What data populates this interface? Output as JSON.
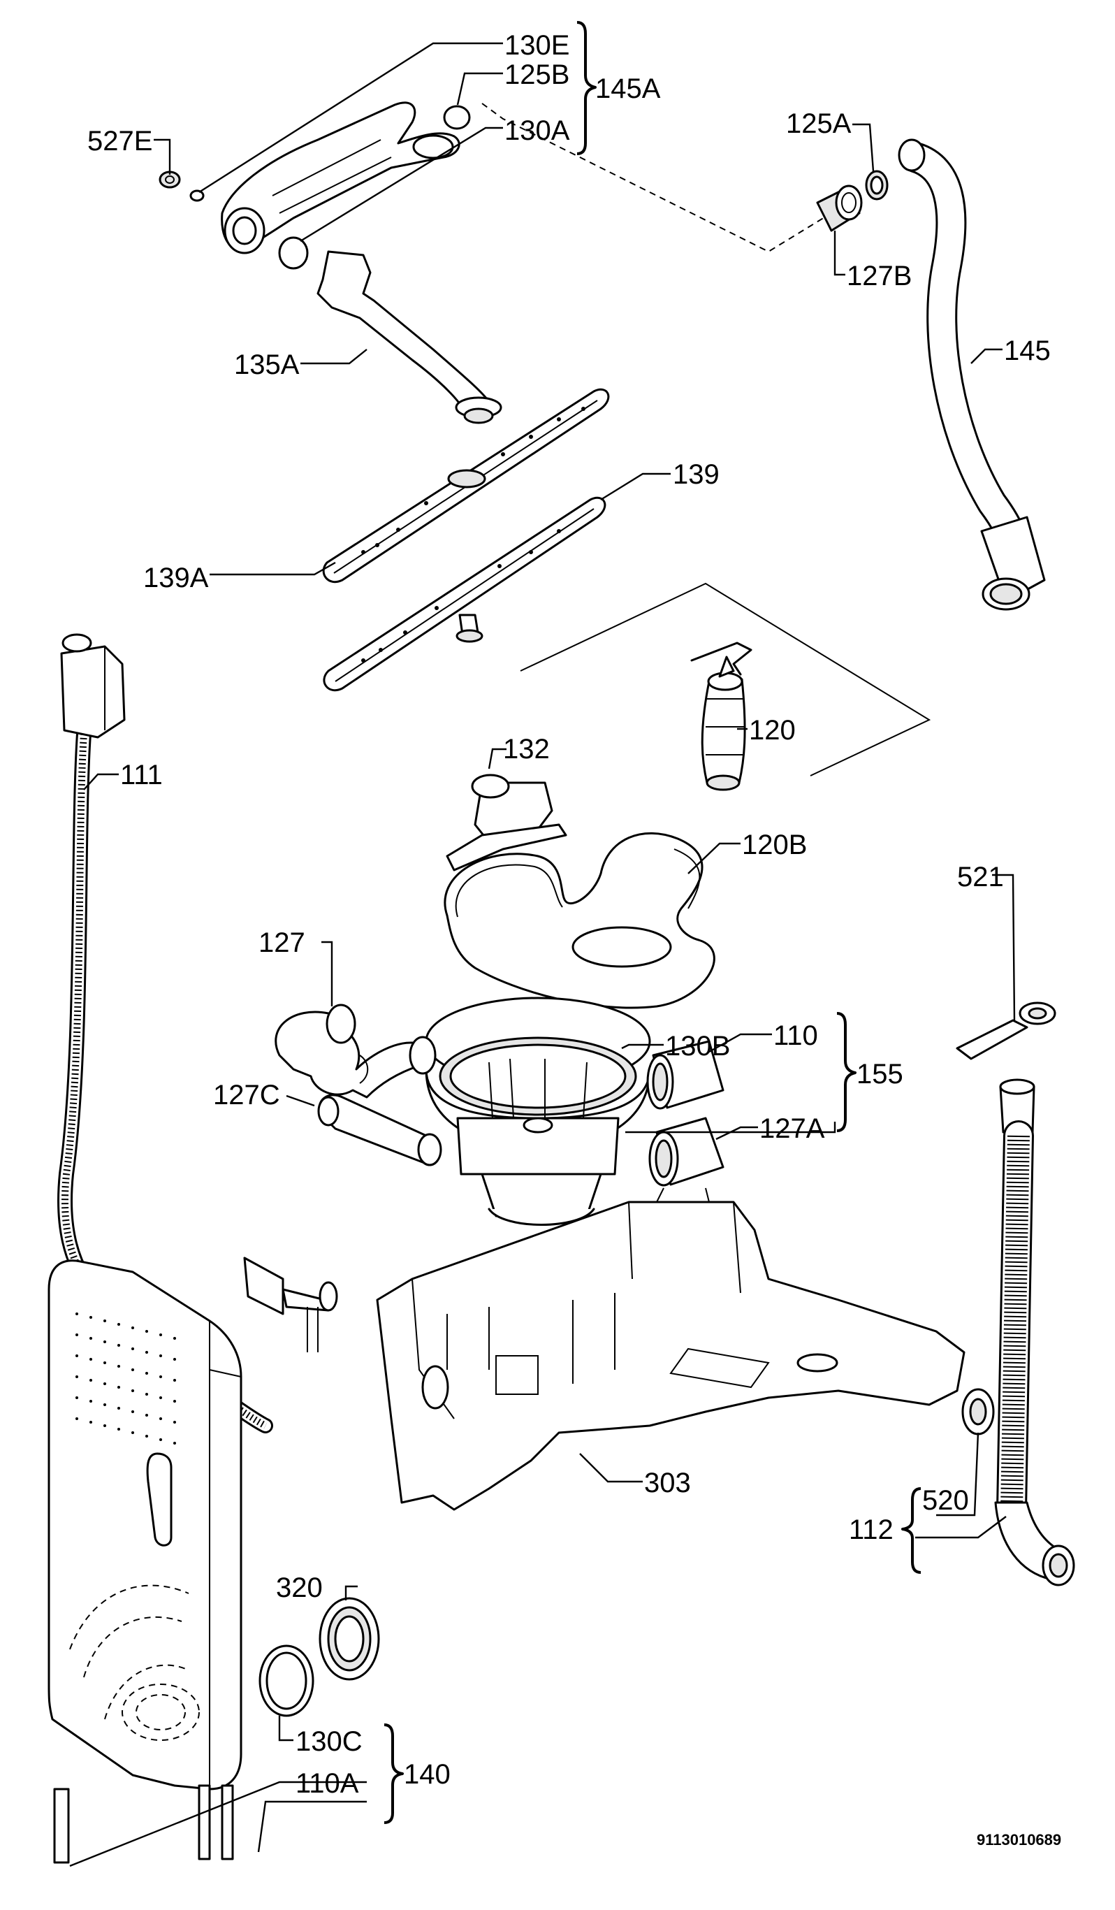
{
  "labels": {
    "130E": "130E",
    "125B": "125B",
    "145A": "145A",
    "130A": "130A",
    "527E": "527E",
    "125A": "125A",
    "127B": "127B",
    "145": "145",
    "135A": "135A",
    "139": "139",
    "139A": "139A",
    "111": "111",
    "120": "120",
    "132": "132",
    "120B": "120B",
    "521": "521",
    "127": "127",
    "130B": "130B",
    "110": "110",
    "155": "155",
    "127C": "127C",
    "127A": "127A",
    "303": "303",
    "112": "112",
    "520": "520",
    "320": "320",
    "130C": "130C",
    "140": "140",
    "110A": "110A"
  },
  "drawing_code": "9113010689"
}
